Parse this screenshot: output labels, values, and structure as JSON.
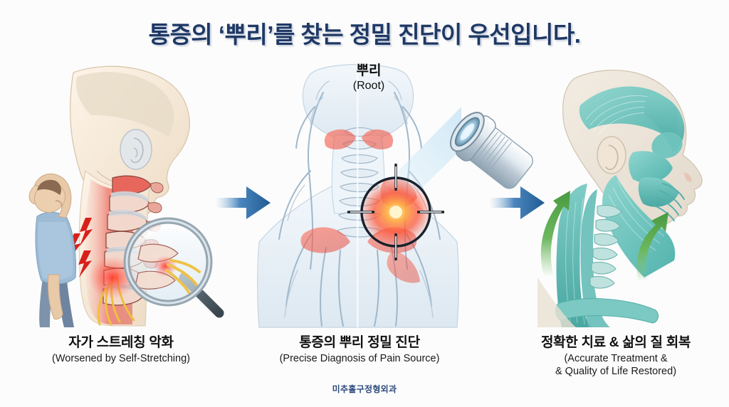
{
  "title": "통증의 ‘뿌리’를 찾는 정밀 진단이 우선입니다.",
  "root_label": {
    "ko": "뿌리",
    "en": "(Root)"
  },
  "panels": [
    {
      "id": "panel-1",
      "caption_ko": "자가 스트레칭 악화",
      "caption_en": "(Worsened by Self-Stretching)",
      "scene": "person-stretching-neck-with-inflamed-cervical-spine-and-magnifier"
    },
    {
      "id": "panel-2",
      "caption_ko": "통증의 뿌리 정밀 진단",
      "caption_en": "(Precise Diagnosis of Pain Source)",
      "scene": "posterior-neck-nerve-tree-with-scanner-beam-and-crosshair"
    },
    {
      "id": "panel-3",
      "caption_ko": "정확한 치료 & 삶의 질 회복",
      "caption_en_line1": "(Accurate Treatment &",
      "caption_en_line2": "& Quality of Life Restored)",
      "scene": "healthy-head-neck-muscles-with-green-recovery-arrows"
    }
  ],
  "footer": "미추홀구정형외과",
  "icons": {
    "flow_arrow_1": "right-arrow-icon",
    "flow_arrow_2": "right-arrow-icon",
    "pain_bolts": "lightning-bolt-icon",
    "magnifier": "magnifying-glass-icon",
    "scanner": "scanner-lens-icon",
    "crosshair": "crosshair-target-icon",
    "recovery_arrow_upper": "curved-up-arrow-icon",
    "recovery_arrow_lower": "curved-up-arrow-icon"
  },
  "colors": {
    "background": "#fcfcfc",
    "title": "#1f3864",
    "footer": "#2c4a7c",
    "caption": "#111111",
    "flow_arrow": "#2e6cad",
    "pain_red": "#e02b27",
    "inflammation": "#e8514a",
    "nerve_yellow": "#f0c040",
    "healthy_teal": "#69c3bc",
    "recovery_green": "#5aa84f",
    "skin": "#f0ddc8",
    "bone": "#eae3d6",
    "scan_beam": "#bfe0f2"
  }
}
